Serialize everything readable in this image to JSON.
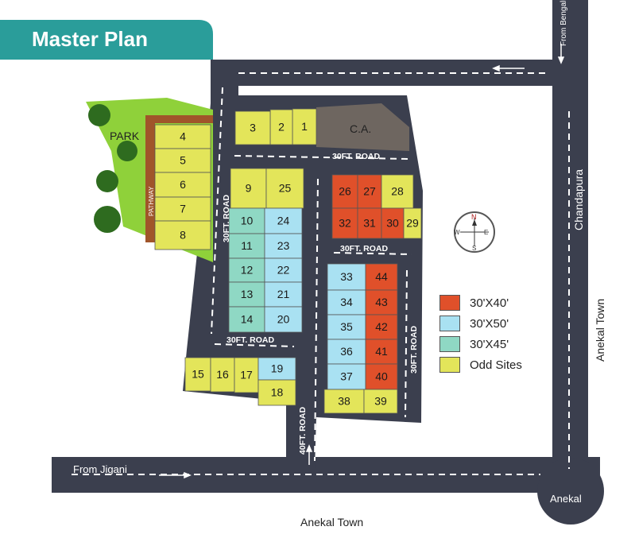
{
  "title": "Master Plan",
  "colors": {
    "road": "#3b3f4e",
    "park": "#8fd13a",
    "pathway": "#a0552a",
    "ca": "#6e6660",
    "teal": "#2a9d9a",
    "s30x40": "#e0502a",
    "s30x50": "#a9e1f2",
    "s30x45": "#8fd8c4",
    "odd": "#e3e55a"
  },
  "labels": {
    "park": "PARK",
    "pathway": "PATHWAY",
    "ca": "C.A.",
    "road30": "30FT. ROAD",
    "road40": "40FT. ROAD",
    "from_bengaluru": "From Bengaluru",
    "chandapura": "Chandapura",
    "anekal_town_right": "Anekal Town",
    "from_jigani": "From Jigani",
    "anekal": "Anekal",
    "anekal_town_bottom": "Anekal Town"
  },
  "compass": {
    "n": "N",
    "s": "S",
    "e": "E",
    "w": "W"
  },
  "legend": [
    {
      "label": "30'X40'",
      "key": "s30x40"
    },
    {
      "label": "30'X50'",
      "key": "s30x50"
    },
    {
      "label": "30'X45'",
      "key": "s30x45"
    },
    {
      "label": "Odd Sites",
      "key": "odd"
    }
  ],
  "plots": [
    {
      "no": "1",
      "type": "odd"
    },
    {
      "no": "2",
      "type": "odd"
    },
    {
      "no": "3",
      "type": "odd"
    },
    {
      "no": "4",
      "type": "odd"
    },
    {
      "no": "5",
      "type": "odd"
    },
    {
      "no": "6",
      "type": "odd"
    },
    {
      "no": "7",
      "type": "odd"
    },
    {
      "no": "8",
      "type": "odd"
    },
    {
      "no": "9",
      "type": "odd"
    },
    {
      "no": "25",
      "type": "odd"
    },
    {
      "no": "10",
      "type": "s30x45"
    },
    {
      "no": "11",
      "type": "s30x45"
    },
    {
      "no": "12",
      "type": "s30x45"
    },
    {
      "no": "13",
      "type": "s30x45"
    },
    {
      "no": "14",
      "type": "s30x45"
    },
    {
      "no": "24",
      "type": "s30x50"
    },
    {
      "no": "23",
      "type": "s30x50"
    },
    {
      "no": "22",
      "type": "s30x50"
    },
    {
      "no": "21",
      "type": "s30x50"
    },
    {
      "no": "20",
      "type": "s30x50"
    },
    {
      "no": "26",
      "type": "s30x40"
    },
    {
      "no": "27",
      "type": "s30x40"
    },
    {
      "no": "28",
      "type": "odd"
    },
    {
      "no": "32",
      "type": "s30x40"
    },
    {
      "no": "31",
      "type": "s30x40"
    },
    {
      "no": "30",
      "type": "s30x40"
    },
    {
      "no": "29",
      "type": "odd"
    },
    {
      "no": "33",
      "type": "s30x50"
    },
    {
      "no": "34",
      "type": "s30x50"
    },
    {
      "no": "35",
      "type": "s30x50"
    },
    {
      "no": "36",
      "type": "s30x50"
    },
    {
      "no": "37",
      "type": "s30x50"
    },
    {
      "no": "44",
      "type": "s30x40"
    },
    {
      "no": "43",
      "type": "s30x40"
    },
    {
      "no": "42",
      "type": "s30x40"
    },
    {
      "no": "41",
      "type": "s30x40"
    },
    {
      "no": "40",
      "type": "s30x40"
    },
    {
      "no": "38",
      "type": "odd"
    },
    {
      "no": "39",
      "type": "odd"
    },
    {
      "no": "15",
      "type": "odd"
    },
    {
      "no": "16",
      "type": "odd"
    },
    {
      "no": "17",
      "type": "odd"
    },
    {
      "no": "19",
      "type": "s30x50"
    },
    {
      "no": "18",
      "type": "odd"
    }
  ]
}
